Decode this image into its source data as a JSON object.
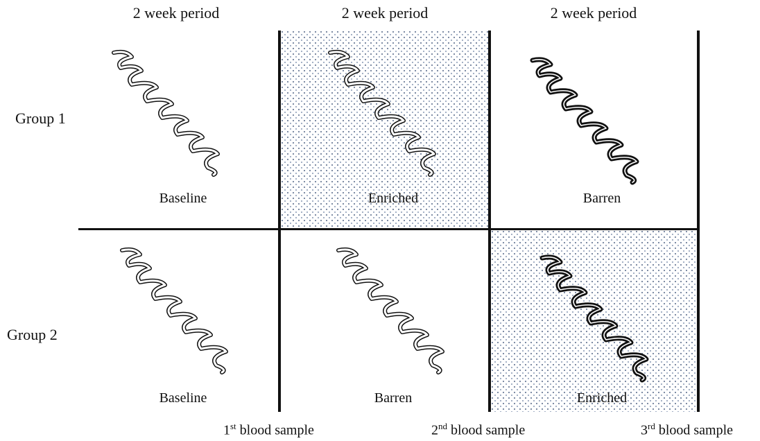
{
  "periods": [
    "2 week period",
    "2 week period",
    "2 week period"
  ],
  "groups": [
    {
      "label": "Group 1",
      "cells": [
        {
          "label": "Baseline",
          "shaded": false,
          "stroke": "outline-light"
        },
        {
          "label": "Enriched",
          "shaded": true,
          "stroke": "outline-light"
        },
        {
          "label": "Barren",
          "shaded": false,
          "stroke": "outline-dark"
        }
      ]
    },
    {
      "label": "Group 2",
      "cells": [
        {
          "label": "Baseline",
          "shaded": false,
          "stroke": "outline-light"
        },
        {
          "label": "Barren",
          "shaded": false,
          "stroke": "outline-light"
        },
        {
          "label": "Enriched",
          "shaded": true,
          "stroke": "outline-dark"
        }
      ]
    }
  ],
  "samples": [
    {
      "ordinal": "1",
      "suffix": "st",
      "text": "blood sample"
    },
    {
      "ordinal": "2",
      "suffix": "nd",
      "text": "blood sample"
    },
    {
      "ordinal": "3",
      "suffix": "rd",
      "text": "blood sample"
    }
  ],
  "colors": {
    "line": "#111111",
    "shade_dot": "#6f7f9a"
  }
}
